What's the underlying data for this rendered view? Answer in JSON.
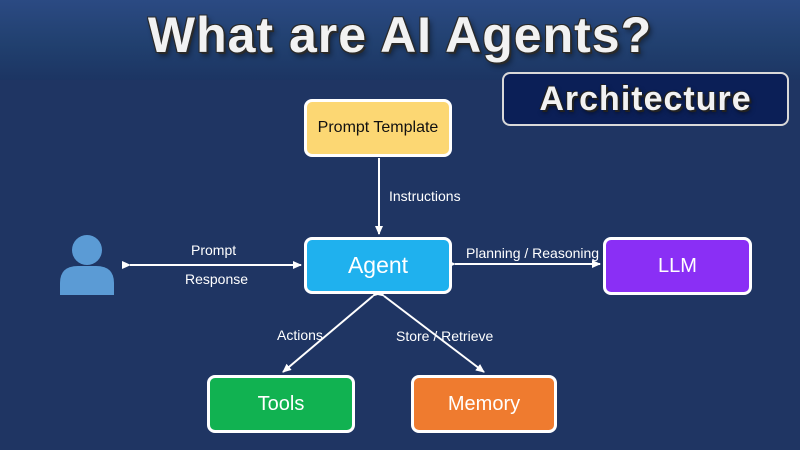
{
  "header": {
    "title": "What are AI Agents?"
  },
  "badge": {
    "text": "Architecture"
  },
  "nodes": {
    "prompt_template": "Prompt Template",
    "agent": "Agent",
    "llm": "LLM",
    "tools": "Tools",
    "memory": "Memory"
  },
  "edges": {
    "instructions": "Instructions",
    "prompt": "Prompt",
    "response": "Response",
    "planning": "Planning / Reasoning",
    "actions": "Actions",
    "store": "Store / Retrieve"
  },
  "icons": {
    "user": "user-icon"
  },
  "colors": {
    "background": "#1f3563",
    "prompt_template": "#fcd773",
    "agent": "#1fb1ee",
    "llm": "#8a2ff5",
    "tools": "#11b251",
    "memory": "#ef7b2f",
    "user": "#5b9bd5"
  }
}
